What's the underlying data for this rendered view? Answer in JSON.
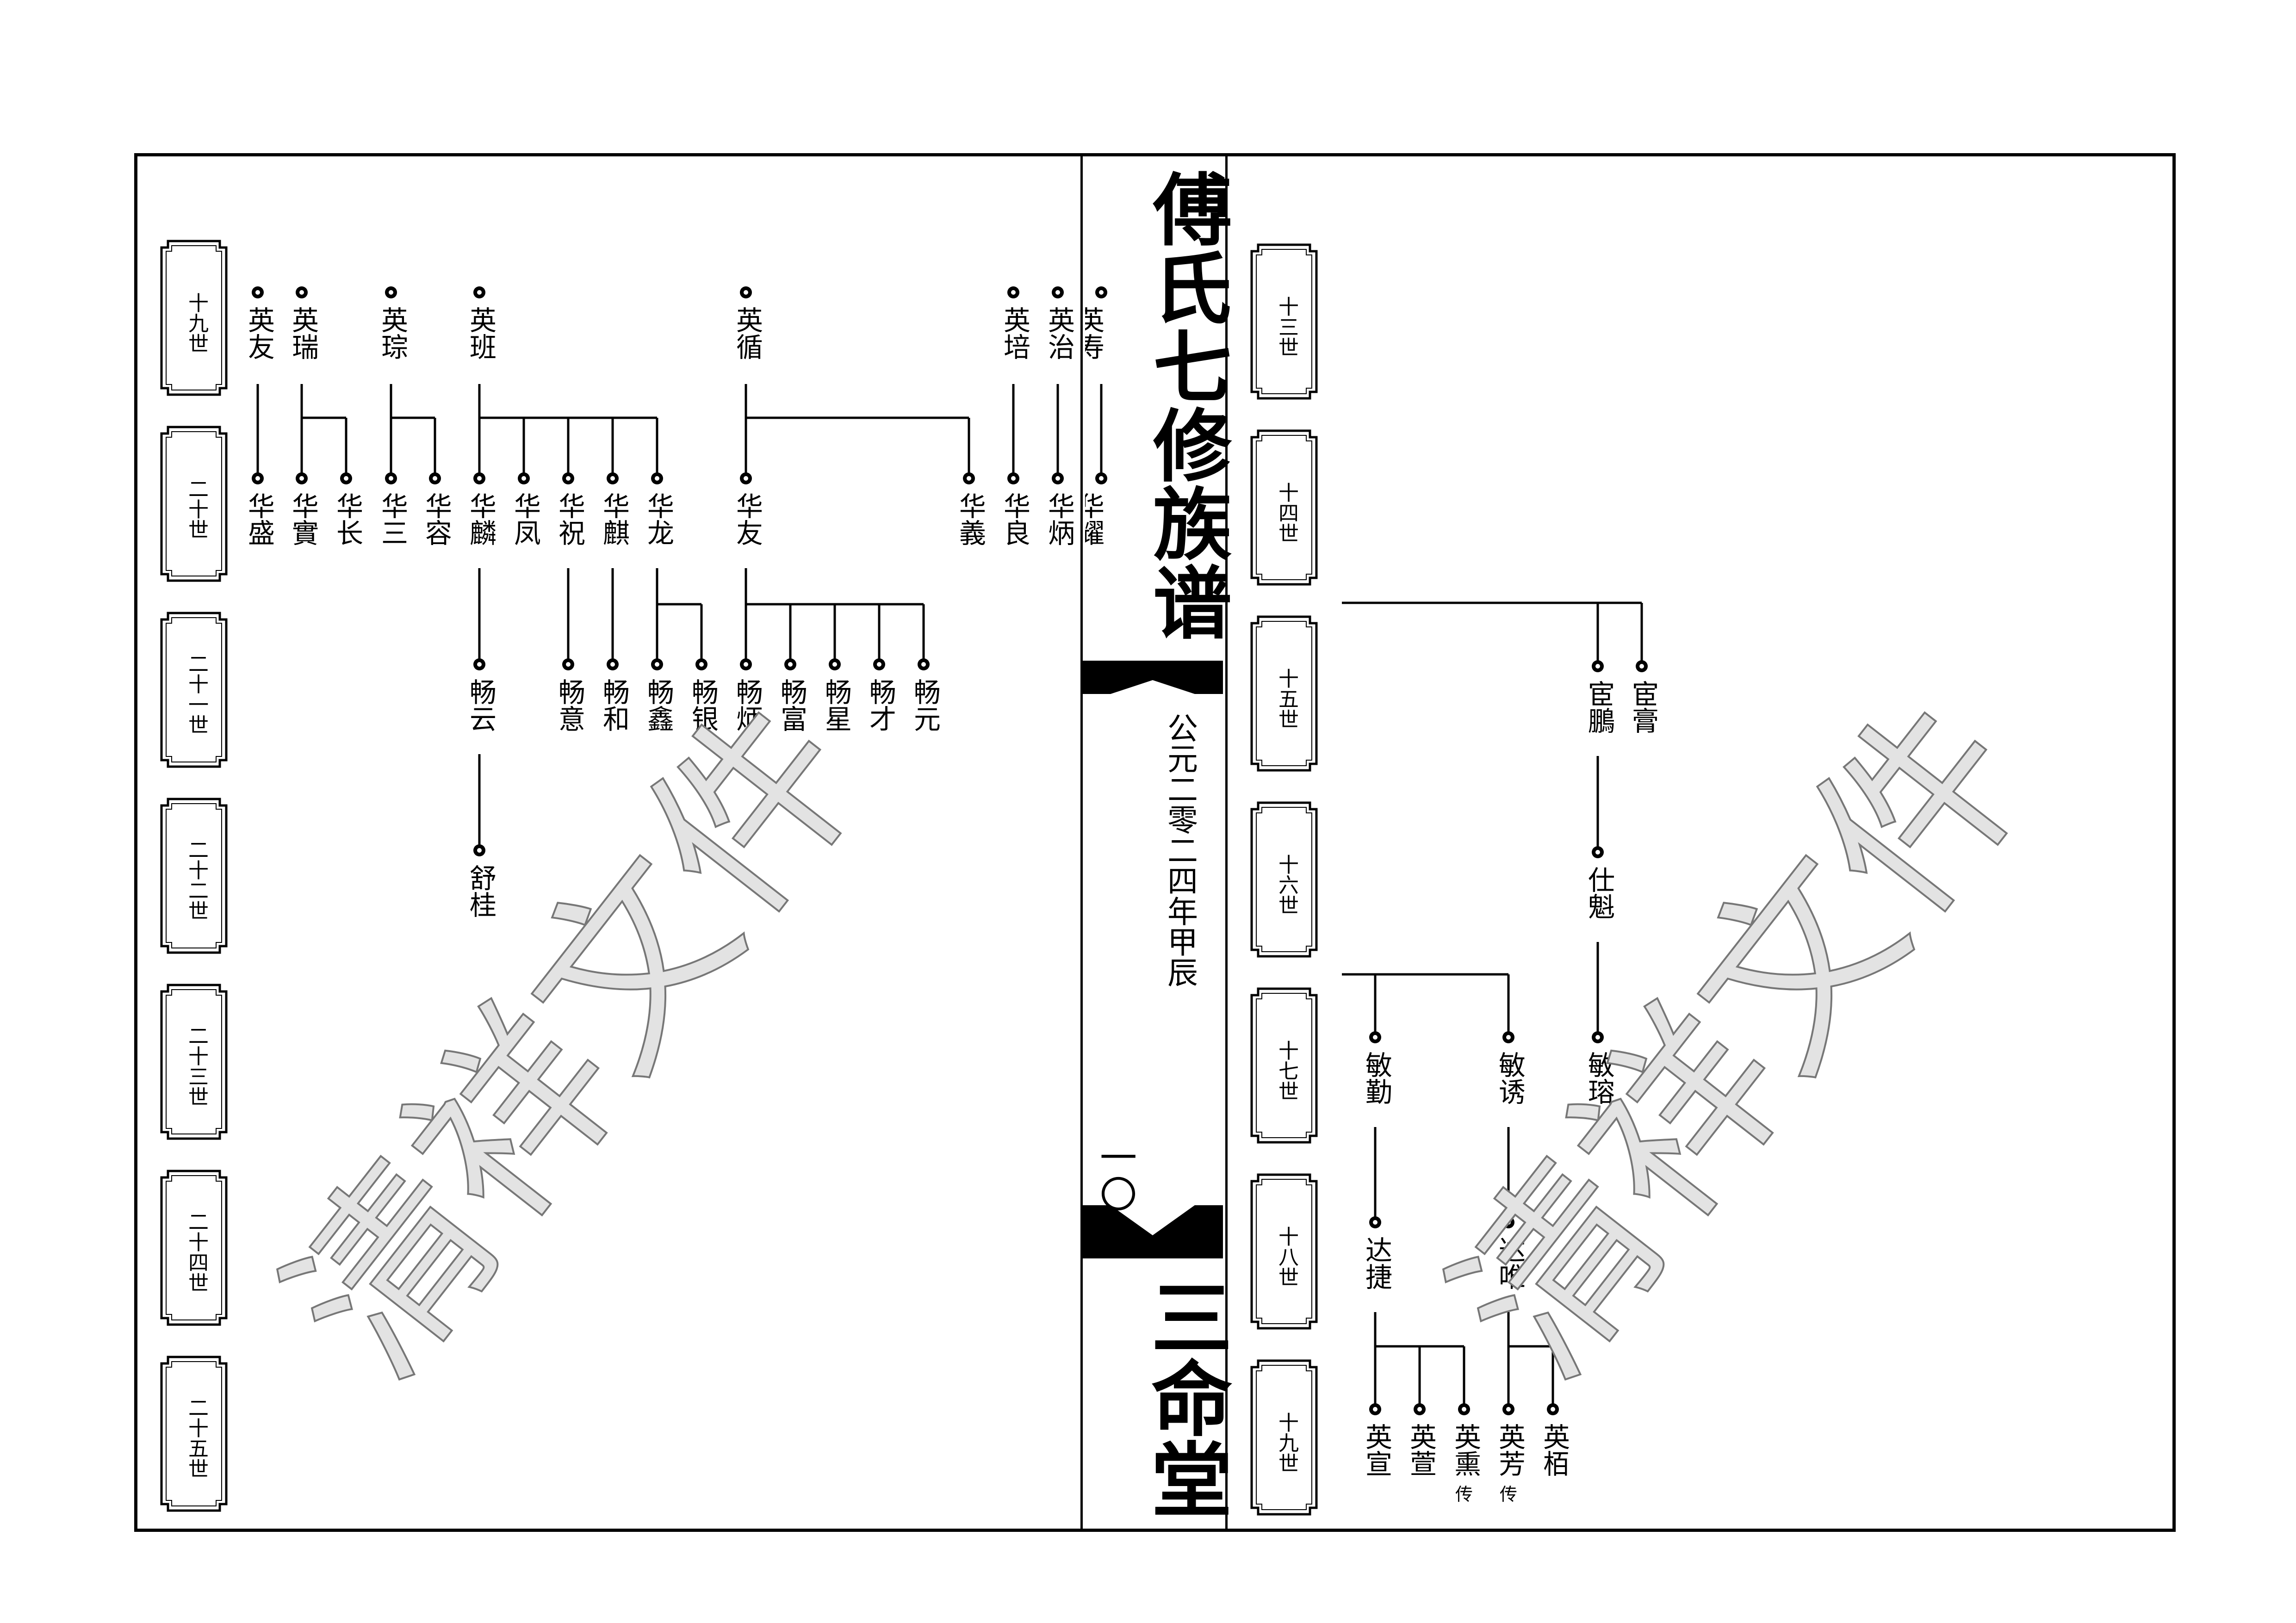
{
  "book": {
    "title": "傅氏七修族谱",
    "date": "公元二零二四年甲辰",
    "page_number": "一〇",
    "hall": "三命堂"
  },
  "watermark": "清祥文件",
  "generations_left": [
    "十九世",
    "二十世",
    "二十一世",
    "二十二世",
    "二十三世",
    "二十四世",
    "二十五世"
  ],
  "generations_right": [
    "十三世",
    "十四世",
    "十五世",
    "十六世",
    "十七世",
    "十八世",
    "十九世"
  ],
  "left_page": {
    "gen19": [
      "英友",
      "英瑞",
      "英琮",
      "英班",
      "英循",
      "英培",
      "英治",
      "英寿"
    ],
    "gen20": [
      "华盛",
      "华實",
      "华长",
      "华三",
      "华容",
      "华麟",
      "华凤",
      "华祝",
      "华麒",
      "华龙",
      "华友",
      "华義",
      "华良",
      "华炳",
      "华耀"
    ],
    "gen21": [
      "畅云",
      "畅意",
      "畅和",
      "畅鑫",
      "畅银",
      "畅炳",
      "畅富",
      "畅星",
      "畅才",
      "畅元"
    ],
    "gen22": [
      "舒桂"
    ]
  },
  "right_page": {
    "gen15": [
      "宦鵬",
      "宦膏"
    ],
    "gen16": [
      "仕魁"
    ],
    "gen17": [
      "敏勤",
      "敏诱",
      "敏瑢"
    ],
    "gen18": [
      "达捷",
      "达唯"
    ],
    "gen19": [
      "英宣",
      "英萱",
      "英熏",
      "英芳",
      "英栢"
    ],
    "notes": [
      "传",
      "传"
    ]
  }
}
